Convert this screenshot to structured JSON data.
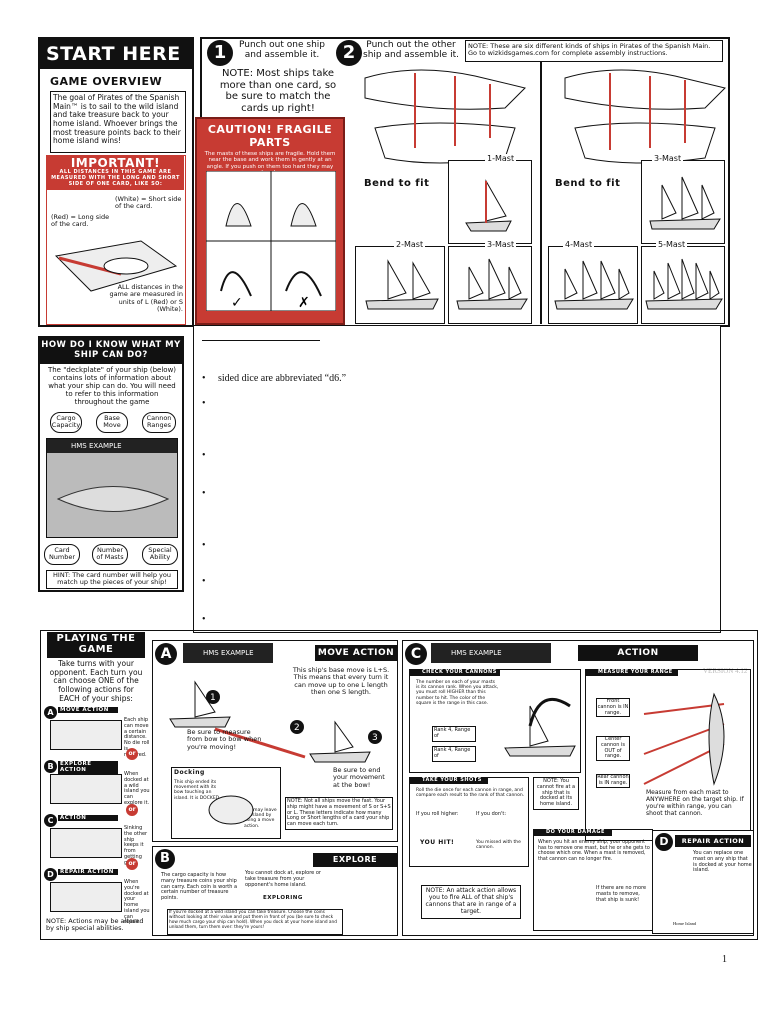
{
  "start": {
    "title": "START HERE",
    "overview_title": "GAME OVERVIEW",
    "overview_text": "The goal of Pirates of the Spanish Main™ is to sail to the wild island and take treasure back to your home island. Whoever brings the most treasure points back to their home island wins!"
  },
  "important": {
    "title": "IMPORTANT!",
    "sub": "ALL DISTANCES IN THIS GAME ARE MEASURED WITH THE LONG AND SHORT SIDE OF ONE CARD, LIKE SO:",
    "short_label": "(White) = Short side of the card.",
    "long_label": "(Red) = Long side of the card.",
    "distances": "ALL distances in the game are measured in units of L (Red) or S (White)."
  },
  "steps": {
    "one_num": "1",
    "one_text": "Punch out one ship and assemble it.",
    "two_num": "2",
    "two_text": "Punch out the other ship and assemble it.",
    "note": "NOTE: These are six different kinds of ships in Pirates of the Spanish Main. Go to wizkidsgames.com for complete assembly instructions.",
    "note2": "NOTE: Most ships take more than one card, so be sure to match the cards up right!"
  },
  "caution": {
    "title": "CAUTION! FRAGILE PARTS",
    "text": "The masts of these ships are fragile. Hold them near the base and work them in gently at an angle. If you push on them too hard they may break."
  },
  "masts": {
    "bend_left": "Bend to fit",
    "bend_right": "Bend to fit",
    "m1": "1-Mast",
    "m2": "2-Mast",
    "m3": "3-Mast",
    "m3b": "3-Mast",
    "m4": "4-Mast",
    "m5": "5-Mast"
  },
  "howto": {
    "title": "HOW DO I KNOW WHAT MY SHIP CAN DO?",
    "text": "The \"deckplate\" of your ship (below) contains lots of information about what your ship can do. You will need to refer to this information throughout the game",
    "cargo": "Cargo Capacity",
    "base_move": "Base Move",
    "cannon": "Cannon Ranges",
    "card_num": "Card Number",
    "masts": "Number of Masts",
    "special": "Special Ability",
    "ship_name": "HMS EXAMPLE",
    "hint": "HINT: The card number will help you match up the pieces of your ship!"
  },
  "bullets": {
    "b1": "sided dice are abbreviated “d6.”",
    "dot": "•"
  },
  "playing": {
    "title": "PLAYING THE GAME",
    "intro": "Take turns with your opponent. Each turn you can choose ONE of the following actions for EACH of your ships:",
    "a_label": "MOVE ACTION",
    "a_text": "Each ship can move a certain distance. No die roll is required.",
    "b_label": "EXPLORE ACTION",
    "b_text": "When docked at a wild island you can explore it.",
    "c_label": "ACTION",
    "c_text": "Sinking the other ship keeps it from getting gold!",
    "d_label": "REPAIR ACTION",
    "d_text": "When you're docked at your home island you can repair.",
    "or": "or",
    "note": "NOTE: Actions may be altered by ship special abilities."
  },
  "move": {
    "letter": "A",
    "title": "MOVE ACTION",
    "ship": "HMS EXAMPLE",
    "base": "This ship's base move is L+S. This means that every turn it can move up to one L length then one S length.",
    "bow": "Be sure to measure from bow to bow when you're moving!",
    "end": "Be sure to end your movement at the bow!",
    "docking_title": "Docking",
    "docking": "This ship ended its movement with its bow touching an island. It is DOCKED.",
    "docking2": "You may leave an island by using a move action.",
    "note": "NOTE: Not all ships move the fast. Your ship might have a movement of S or S+S or L. These letters indicate how many Long or Short lengths of a card your ship can move each turn."
  },
  "explore": {
    "letter": "B",
    "title": "EXPLORE ACTION",
    "cargo": "The cargo capacity is how many treasure coins your ship can carry. Each coin is worth a certain number of treasure points.",
    "cannot": "You cannot dock at, explore or take treasure from your opponent's home island.",
    "exploring": "EXPLORING",
    "docked": "If you're docked at a wild island you can take treasure. Choose the coins without looking at their value and put them in front of you (be sure to check how much cargo your ship can hold). When you dock at your home island and unload them, turn them over: they're yours!"
  },
  "shoot": {
    "letter": "C",
    "title": "ACTION",
    "ship": "HMS EXAMPLE",
    "version": "VERSION 4.12",
    "s1": "CHECK YOUR CANNONS",
    "s1_text": "The number on each of your masts is its cannon rank. When you attack, you must roll HIGHER than this number to hit. The color of the square is the range in this case.",
    "rank4": "Rank 4, Range of",
    "rank4b": "Rank 4, Range of",
    "s2": "MEASURE YOUR RANGE",
    "front": "Front cannon is IN range.",
    "center": "Center cannon is OUT of range.",
    "rear": "Rear cannon is IN range.",
    "measure": "Measure from each mast to ANYWHERE on the target ship. If you're within range, you can shoot that cannon.",
    "docked_note": "NOTE: You cannot fire at a ship that is docked at its home island.",
    "s3": "TAKE YOUR SHOTS",
    "s3_text": "Roll the die once for each cannon in range, and compare each result to the rank of that cannon.",
    "higher": "If you roll higher:",
    "dont": "If you don't:",
    "hit": "YOU HIT!",
    "missed": "You missed with the cannon.",
    "attack": "NOTE: An attack action allows you to fire ALL of that ship's cannons that are in range of a target.",
    "s4": "DO YOUR DAMAGE",
    "s4_text": "When you hit an enemy ship, your opponent has to remove one mast, but he or she gets to choose which one. When a mast is removed, that cannon can no longer fire.",
    "sunk": "If there are no more masts to remove, that ship is sunk!"
  },
  "repair": {
    "letter": "D",
    "title": "REPAIR ACTION",
    "text": "You can replace one mast on any ship that is docked at your home island.",
    "home": "Home Island"
  },
  "page_number": "1"
}
